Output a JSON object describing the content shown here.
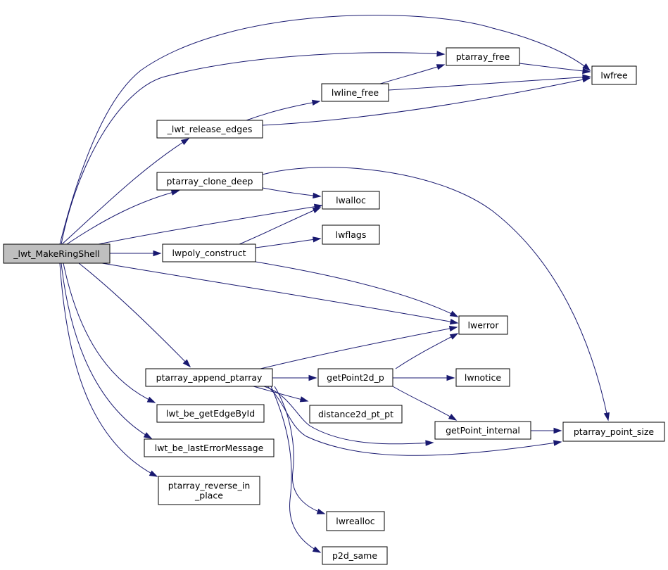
{
  "graph": {
    "root": "lwt_MakeRingShell",
    "nodes": {
      "lwt_MakeRingShell": {
        "lines": [
          "_lwt_MakeRingShell"
        ],
        "root": true
      },
      "lwt_release_edges": {
        "lines": [
          "_lwt_release_edges"
        ]
      },
      "ptarray_clone_deep": {
        "lines": [
          "ptarray_clone_deep"
        ]
      },
      "lwpoly_construct": {
        "lines": [
          "lwpoly_construct"
        ]
      },
      "ptarray_append_ptarray": {
        "lines": [
          "ptarray_append_ptarray"
        ]
      },
      "lwt_be_getEdgeById": {
        "lines": [
          "lwt_be_getEdgeById"
        ]
      },
      "lwt_be_lastErrorMessage": {
        "lines": [
          "lwt_be_lastErrorMessage"
        ]
      },
      "ptarray_reverse_in_place": {
        "lines": [
          "ptarray_reverse_in",
          "_place"
        ]
      },
      "lwline_free": {
        "lines": [
          "lwline_free"
        ]
      },
      "ptarray_free": {
        "lines": [
          "ptarray_free"
        ]
      },
      "lwfree": {
        "lines": [
          "lwfree"
        ]
      },
      "lwalloc": {
        "lines": [
          "lwalloc"
        ]
      },
      "lwflags": {
        "lines": [
          "lwflags"
        ]
      },
      "lwerror": {
        "lines": [
          "lwerror"
        ]
      },
      "getPoint2d_p": {
        "lines": [
          "getPoint2d_p"
        ]
      },
      "distance2d_pt_pt": {
        "lines": [
          "distance2d_pt_pt"
        ]
      },
      "lwnotice": {
        "lines": [
          "lwnotice"
        ]
      },
      "getPoint_internal": {
        "lines": [
          "getPoint_internal"
        ]
      },
      "ptarray_point_size": {
        "lines": [
          "ptarray_point_size"
        ]
      },
      "lwrealloc": {
        "lines": [
          "lwrealloc"
        ]
      },
      "p2d_same": {
        "lines": [
          "p2d_same"
        ]
      }
    },
    "edges": [
      [
        "lwt_MakeRingShell",
        "lwfree"
      ],
      [
        "lwt_MakeRingShell",
        "ptarray_free"
      ],
      [
        "lwt_MakeRingShell",
        "lwt_release_edges"
      ],
      [
        "lwt_MakeRingShell",
        "ptarray_clone_deep"
      ],
      [
        "lwt_MakeRingShell",
        "lwalloc"
      ],
      [
        "lwt_MakeRingShell",
        "lwpoly_construct"
      ],
      [
        "lwt_MakeRingShell",
        "lwerror"
      ],
      [
        "lwt_MakeRingShell",
        "ptarray_append_ptarray"
      ],
      [
        "lwt_MakeRingShell",
        "lwt_be_getEdgeById"
      ],
      [
        "lwt_MakeRingShell",
        "lwt_be_lastErrorMessage"
      ],
      [
        "lwt_MakeRingShell",
        "ptarray_reverse_in_place"
      ],
      [
        "lwt_release_edges",
        "lwline_free"
      ],
      [
        "lwt_release_edges",
        "lwfree"
      ],
      [
        "lwline_free",
        "ptarray_free"
      ],
      [
        "lwline_free",
        "lwfree"
      ],
      [
        "ptarray_free",
        "lwfree"
      ],
      [
        "ptarray_clone_deep",
        "lwalloc"
      ],
      [
        "ptarray_clone_deep",
        "ptarray_point_size"
      ],
      [
        "lwpoly_construct",
        "lwalloc"
      ],
      [
        "lwpoly_construct",
        "lwflags"
      ],
      [
        "lwpoly_construct",
        "lwerror"
      ],
      [
        "ptarray_append_ptarray",
        "lwerror"
      ],
      [
        "ptarray_append_ptarray",
        "getPoint2d_p"
      ],
      [
        "ptarray_append_ptarray",
        "distance2d_pt_pt"
      ],
      [
        "ptarray_append_ptarray",
        "getPoint_internal"
      ],
      [
        "ptarray_append_ptarray",
        "ptarray_point_size"
      ],
      [
        "ptarray_append_ptarray",
        "lwrealloc"
      ],
      [
        "ptarray_append_ptarray",
        "p2d_same"
      ],
      [
        "getPoint2d_p",
        "lwerror"
      ],
      [
        "getPoint2d_p",
        "lwnotice"
      ],
      [
        "getPoint2d_p",
        "getPoint_internal"
      ],
      [
        "getPoint_internal",
        "ptarray_point_size"
      ]
    ]
  }
}
